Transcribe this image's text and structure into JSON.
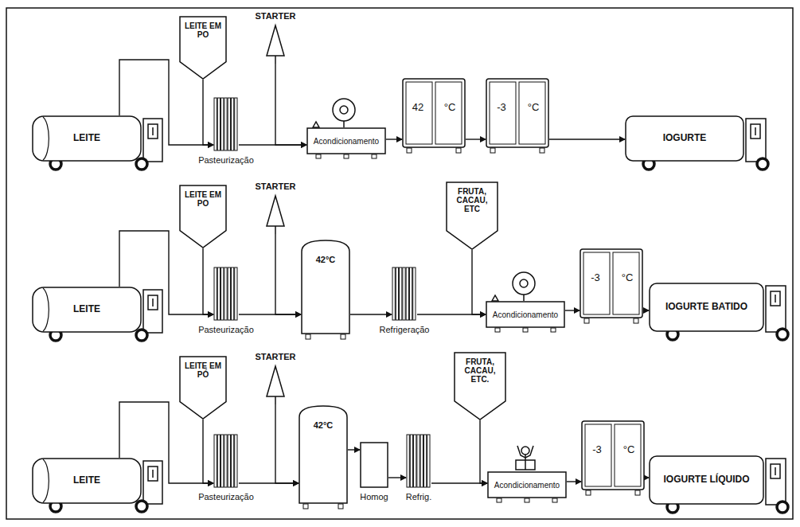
{
  "diagram": {
    "nodes": [
      {
        "text": [
          "LEITE"
        ]
      },
      {
        "text": [
          "LEITE EM PO"
        ]
      },
      {
        "text": [
          "Pasteurização"
        ]
      },
      {
        "text": [
          "STARTER"
        ]
      },
      {
        "text": [
          "Acondicionamento"
        ]
      },
      {
        "text": [
          "42",
          "°C"
        ]
      },
      {
        "text": [
          "-3",
          "°C"
        ]
      },
      {
        "text": [
          "IOGURTE"
        ]
      },
      {
        "text": [
          "LEITE"
        ]
      },
      {
        "text": [
          "LEITE EM PO"
        ]
      },
      {
        "text": [
          "Pasteurização"
        ]
      },
      {
        "text": [
          "STARTER"
        ]
      },
      {
        "text": [
          "42°C"
        ]
      },
      {
        "text": [
          "Refrigeração"
        ]
      },
      {
        "text": [
          "FRUTA, CACAU, ETC"
        ]
      },
      {
        "text": [
          "Acondicionamento"
        ]
      },
      {
        "text": [
          "-3",
          "°C"
        ]
      },
      {
        "text": [
          "IOGURTE BATIDO"
        ]
      },
      {
        "text": [
          "LEITE"
        ]
      },
      {
        "text": [
          "LEITE EM PÓ"
        ]
      },
      {
        "text": [
          "Pasteurização"
        ]
      },
      {
        "text": [
          "STARTER"
        ]
      },
      {
        "text": [
          "42°C"
        ]
      },
      {
        "text": [
          "Homog"
        ]
      },
      {
        "text": [
          "Refrig."
        ]
      },
      {
        "text": [
          "FRUTA, CACAU, ETC."
        ]
      },
      {
        "text": [
          "Acondicionamento"
        ]
      },
      {
        "text": [
          "-3",
          "°C"
        ]
      },
      {
        "text": [
          "IOGURTE LÍQUIDO"
        ]
      }
    ],
    "edges": [
      {
        "from": 0,
        "to": 2,
        "arrow": "to"
      },
      {
        "from": 1,
        "to": 2,
        "arrow": "to"
      },
      {
        "from": 2,
        "to": 4,
        "arrow": "to"
      },
      {
        "from": 3,
        "to": 4,
        "arrow": "to"
      },
      {
        "from": 4,
        "to": 5,
        "arrow": "to"
      },
      {
        "from": 5,
        "to": 6,
        "arrow": "to"
      },
      {
        "from": 6,
        "to": 7,
        "arrow": "to"
      },
      {
        "from": 8,
        "to": 10,
        "arrow": "to"
      },
      {
        "from": 9,
        "to": 10,
        "arrow": "to"
      },
      {
        "from": 10,
        "to": 12,
        "arrow": "to"
      },
      {
        "from": 11,
        "to": 12,
        "arrow": "to"
      },
      {
        "from": 12,
        "to": 13,
        "arrow": "to"
      },
      {
        "from": 13,
        "to": 15,
        "arrow": "to"
      },
      {
        "from": 14,
        "to": 15,
        "arrow": "to"
      },
      {
        "from": 15,
        "to": 16,
        "arrow": "to"
      },
      {
        "from": 16,
        "to": 17,
        "arrow": "to"
      },
      {
        "from": 18,
        "to": 20,
        "arrow": "to"
      },
      {
        "from": 19,
        "to": 20,
        "arrow": "to"
      },
      {
        "from": 20,
        "to": 22,
        "arrow": "to"
      },
      {
        "from": 21,
        "to": 22,
        "arrow": "to"
      },
      {
        "from": 22,
        "to": 23,
        "arrow": "to"
      },
      {
        "from": 23,
        "to": 24,
        "arrow": "to"
      },
      {
        "from": 24,
        "to": 26,
        "arrow": "to"
      },
      {
        "from": 25,
        "to": 26,
        "arrow": "to"
      },
      {
        "from": 26,
        "to": 27,
        "arrow": "to"
      },
      {
        "from": 27,
        "to": 28,
        "arrow": "to"
      }
    ]
  }
}
